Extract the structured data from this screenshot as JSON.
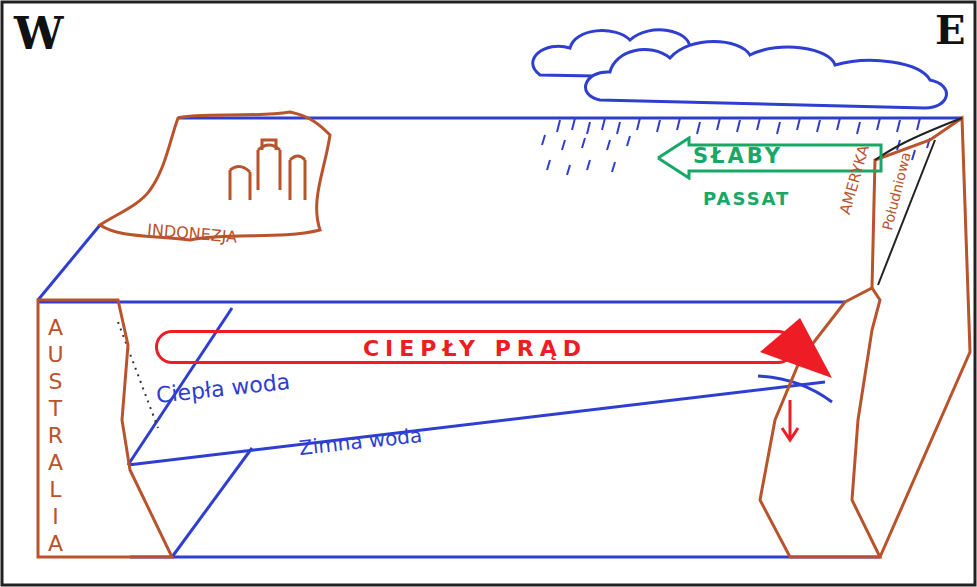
{
  "diagram": {
    "nodes": [
      {
        "text": [
          "SŁABY",
          "PASSAT"
        ]
      },
      {
        "text": [
          "CIEPŁY PRĄD"
        ]
      }
    ],
    "labels": [
      "W",
      "E",
      "INDONEZJA",
      "AUSTRALIA",
      "AMERYKA",
      "Południowa",
      "Ciepła woda",
      "Zimna woda"
    ]
  }
}
